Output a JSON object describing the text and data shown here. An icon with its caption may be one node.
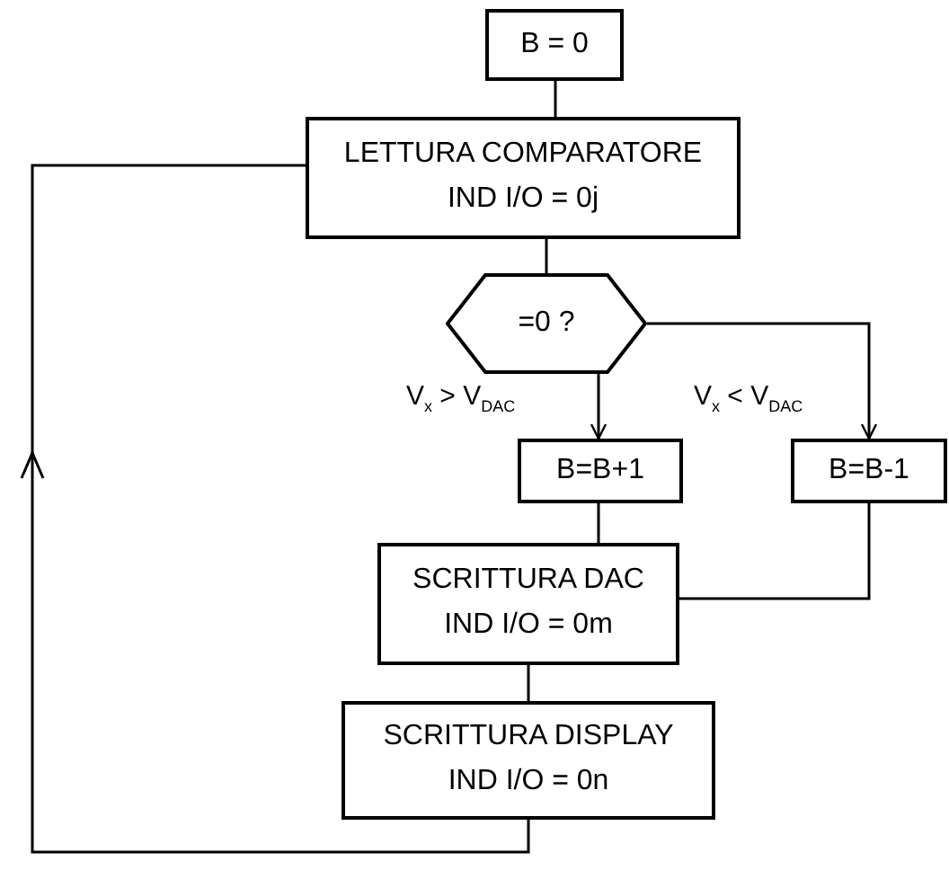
{
  "diagram": {
    "nodes": [
      {
        "text": [
          "B = 0"
        ]
      },
      {
        "text": [
          "LETTURA COMPARATORE",
          "IND I/O = 0j"
        ]
      },
      {
        "text": [
          "=0 ?"
        ]
      },
      {
        "text": [
          "B=B+1"
        ]
      },
      {
        "text": [
          "B=B-1"
        ]
      },
      {
        "text": [
          "SCRITTURA DAC",
          "IND I/O = 0m"
        ]
      },
      {
        "text": [
          "SCRITTURA DISPLAY",
          "IND I/O = 0n"
        ]
      }
    ],
    "edges": [
      {
        "from": 0,
        "to": 1,
        "arrow": "none"
      },
      {
        "from": 1,
        "to": 2,
        "arrow": "none"
      },
      {
        "from": 2,
        "to": 3,
        "arrow": "to",
        "label": "V$_{x}$ > V$_{DAC}$"
      },
      {
        "from": 2,
        "to": 4,
        "arrow": "to",
        "label": "V$_{x}$ < V$_{DAC}$"
      },
      {
        "from": 3,
        "to": 5,
        "arrow": "none"
      },
      {
        "from": 4,
        "to": 5,
        "arrow": "none"
      },
      {
        "from": 5,
        "to": 6,
        "arrow": "none"
      },
      {
        "from": 6,
        "to": 1,
        "arrow": "to"
      }
    ]
  }
}
